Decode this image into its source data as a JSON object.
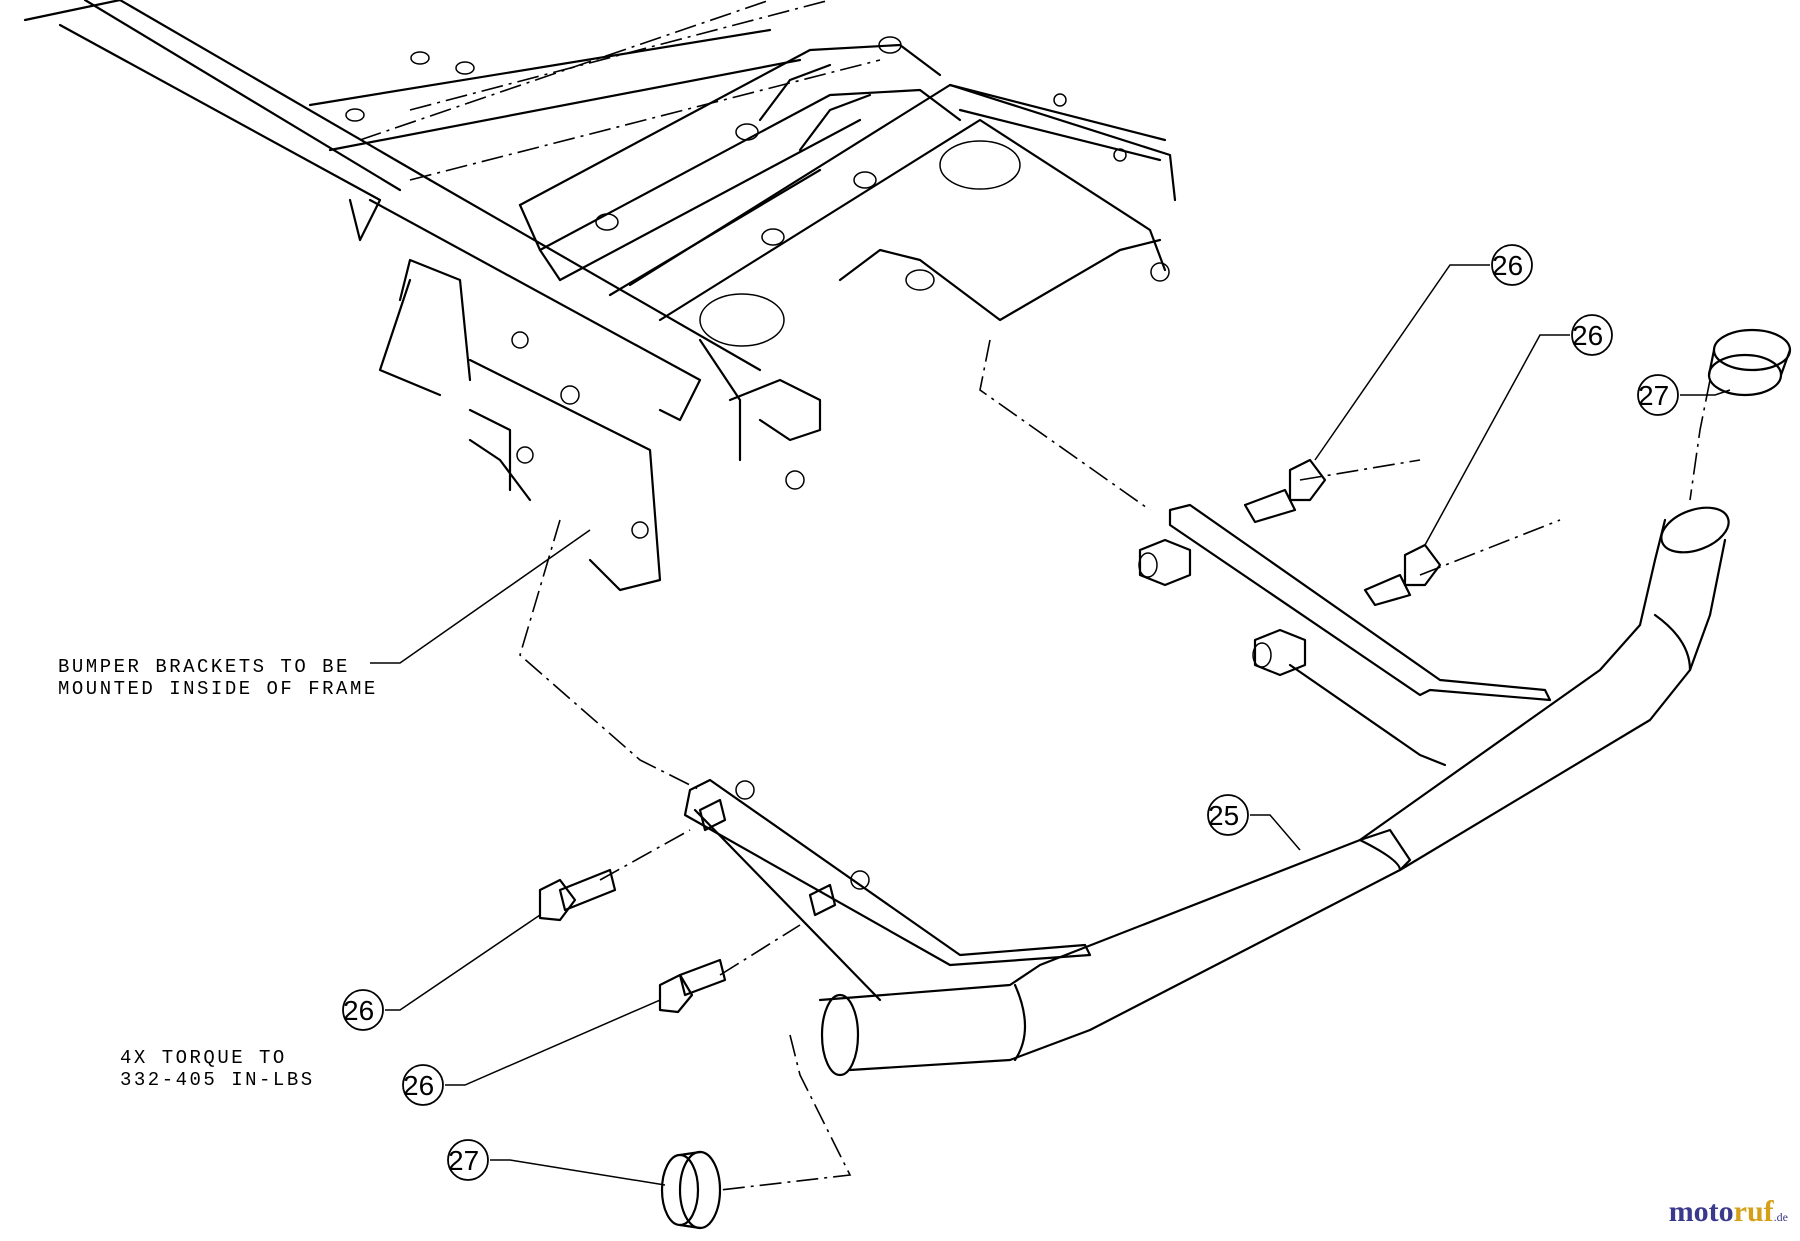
{
  "notes": {
    "bumper_brackets_line1": "BUMPER BRACKETS TO BE",
    "bumper_brackets_line2": "MOUNTED INSIDE OF FRAME",
    "torque_line1": "4X TORQUE TO",
    "torque_line2": "332-405 IN-LBS"
  },
  "callouts": {
    "bolt_top_1": "26",
    "bolt_top_2": "26",
    "plug_top": "27",
    "bumper": "25",
    "bolt_bottom_1": "26",
    "bolt_bottom_2": "26",
    "plug_bottom": "27"
  },
  "watermark": {
    "moto": "moto",
    "ruf": "ruf",
    "suffix": ".de"
  }
}
